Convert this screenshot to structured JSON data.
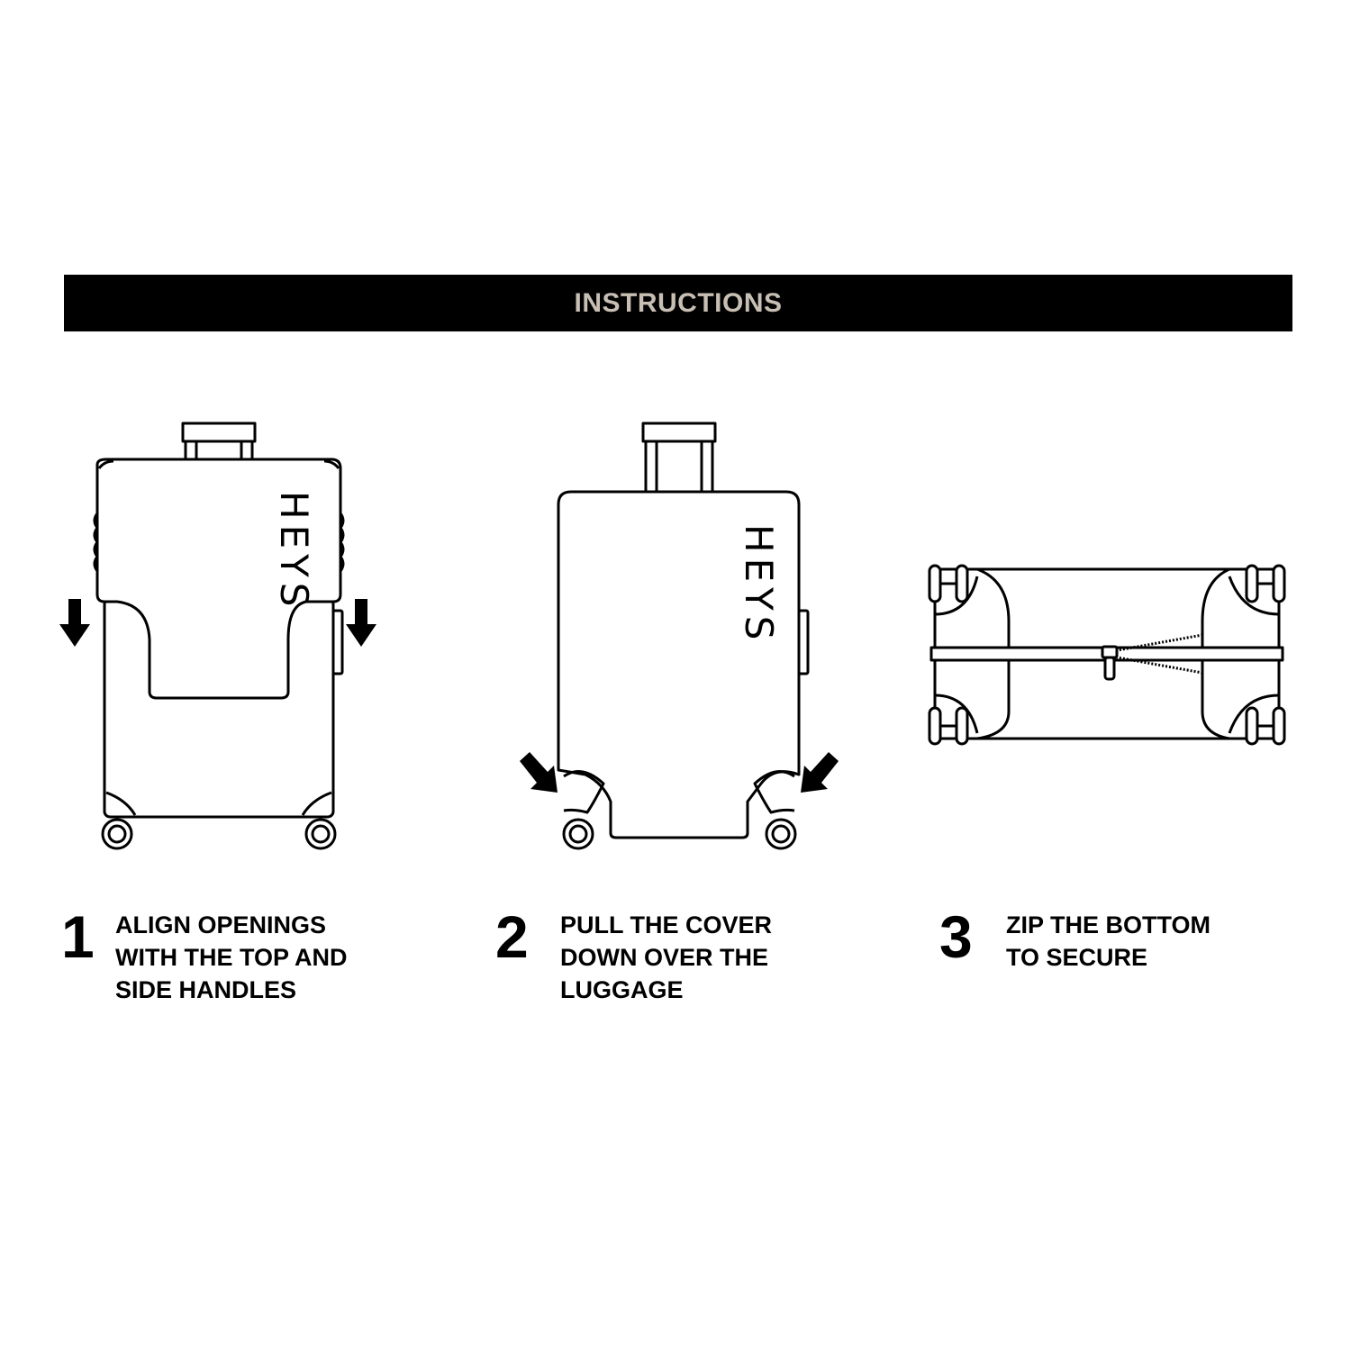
{
  "banner": {
    "title": "INSTRUCTIONS"
  },
  "brand": "HEYS",
  "colors": {
    "banner_bg": "#000000",
    "banner_text": "#c8bfb4",
    "ink": "#000000",
    "background": "#ffffff"
  },
  "steps": [
    {
      "number": "1",
      "lines": [
        "ALIGN OPENINGS",
        "WITH THE TOP AND",
        "SIDE HANDLES"
      ]
    },
    {
      "number": "2",
      "lines": [
        "PULL THE COVER",
        "DOWN OVER THE",
        "LUGGAGE"
      ]
    },
    {
      "number": "3",
      "lines": [
        "ZIP THE BOTTOM",
        "TO SECURE"
      ]
    }
  ],
  "icons": [
    "arrow-down-icon",
    "arrow-diagonal-icon",
    "zipper-icon",
    "wheel-icon"
  ]
}
